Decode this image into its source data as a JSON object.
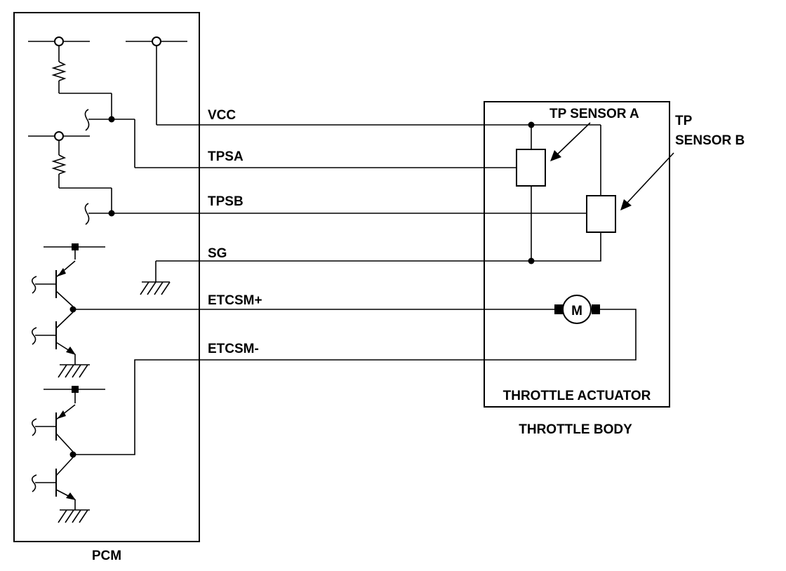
{
  "pcm": {
    "label": "PCM"
  },
  "throttle_body": {
    "label": "THROTTLE BODY"
  },
  "throttle_actuator": {
    "label": "THROTTLE ACTUATOR"
  },
  "sensors": {
    "a_label": "TP SENSOR A",
    "b_label_line1": "TP",
    "b_label_line2": "SENSOR B"
  },
  "motor": {
    "symbol": "M"
  },
  "signals": {
    "vcc": "VCC",
    "tpsa": "TPSA",
    "tpsb": "TPSB",
    "sg": "SG",
    "etcsm_plus": "ETCSM+",
    "etcsm_minus": "ETCSM-"
  }
}
